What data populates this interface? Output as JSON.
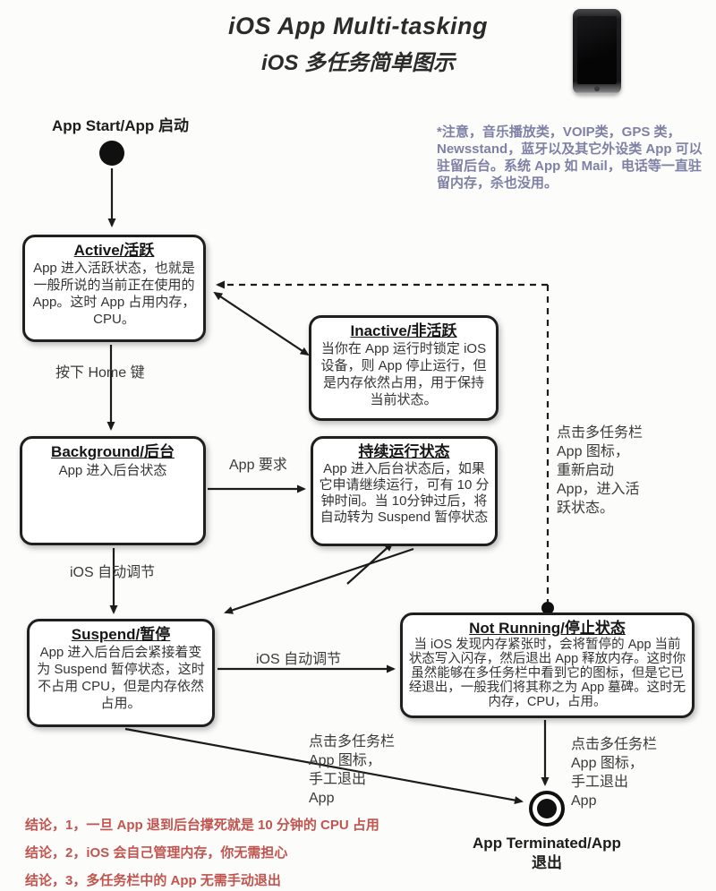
{
  "title": {
    "line1": "iOS App Multi-tasking",
    "line2": "iOS 多任务简单图示"
  },
  "note": "*注意，音乐播放类，VOIP类，GPS 类，Newsstand，蓝牙以及其它外设类 App 可以驻留后台。系统 App 如 Mail，电话等一直驻留内存，杀也没用。",
  "start": {
    "label": "App Start/App 启动"
  },
  "end": {
    "label": "App Terminated/App\n退出"
  },
  "states": {
    "active": {
      "title": "Active/活跃",
      "body": "App 进入活跃状态，也就是一般所说的当前正在使用的 App。这时 App 占用内存，CPU。"
    },
    "inactive": {
      "title": "Inactive/非活跃",
      "body": "当你在 App 运行时锁定 iOS 设备，则 App 停止运行，但是内存依然占用，用于保持当前状态。"
    },
    "background": {
      "title": "Background/后台",
      "body": "App 进入后台状态"
    },
    "continuous": {
      "title": "持续运行状态",
      "body": "App 进入后台状态后，如果它申请继续运行，可有 10 分钟时间。当 10分钟过后，将自动转为 Suspend 暂停状态"
    },
    "suspend": {
      "title": "Suspend/暂停",
      "body": "App 进入后台后会紧接着变为 Suspend 暂停状态，这时不占用 CPU，但是内存依然占用。"
    },
    "not_running": {
      "title": "Not Running/停止状态",
      "body": "当 iOS 发现内存紧张时，会将暂停的 App 当前状态写入闪存，然后退出 App 释放内存。这时你虽然能够在多任务栏中看到它的图标，但是它已经退出，一般我们将其称之为 App 墓碑。这时无内存，CPU，占用。"
    }
  },
  "edges": {
    "press_home": "按下 Home 键",
    "app_request": "App 要求",
    "ios_auto_1": "iOS 自动调节",
    "ios_auto_2": "iOS 自动调节",
    "relaunch": "点击多任务栏\nApp 图标，\n重新启动\nApp，进入活\n跃状态。",
    "manual_quit_left": "点击多任务栏\nApp 图标，\n手工退出\nApp",
    "manual_quit_right": "点击多任务栏\nApp 图标，\n手工退出\nApp"
  },
  "conclusions": [
    "结论，1，一旦 App 退到后台撑死就是 10 分钟的 CPU 占用",
    "结论，2，iOS 会自己管理内存，你无需担心",
    "结论，3，多任务栏中的 App 无需手动退出"
  ],
  "colors": {
    "note_text": "#7e81a5",
    "conclusion_text": "#c0554f",
    "box_border": "#1f1f1f",
    "background": "#fcfcfb"
  }
}
